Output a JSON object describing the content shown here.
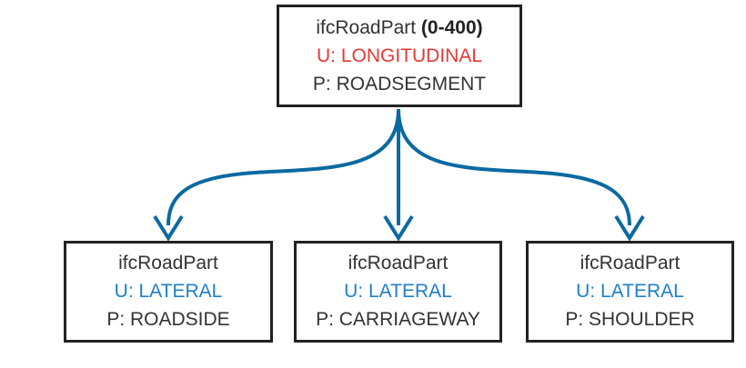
{
  "colors": {
    "connector": "#0a6aa1",
    "usage_red": "#e53935",
    "usage_blue": "#1e7fc9",
    "border": "#222222"
  },
  "root": {
    "name": "ifcRoadPart",
    "range": "(0-400)",
    "usage": "U: LONGITUDINAL",
    "predefined": "P: ROADSEGMENT"
  },
  "children": [
    {
      "name": "ifcRoadPart",
      "usage": "U: LATERAL",
      "predefined": "P: ROADSIDE"
    },
    {
      "name": "ifcRoadPart",
      "usage": "U: LATERAL",
      "predefined": "P: CARRIAGEWAY"
    },
    {
      "name": "ifcRoadPart",
      "usage": "U: LATERAL",
      "predefined": "P: SHOULDER"
    }
  ]
}
